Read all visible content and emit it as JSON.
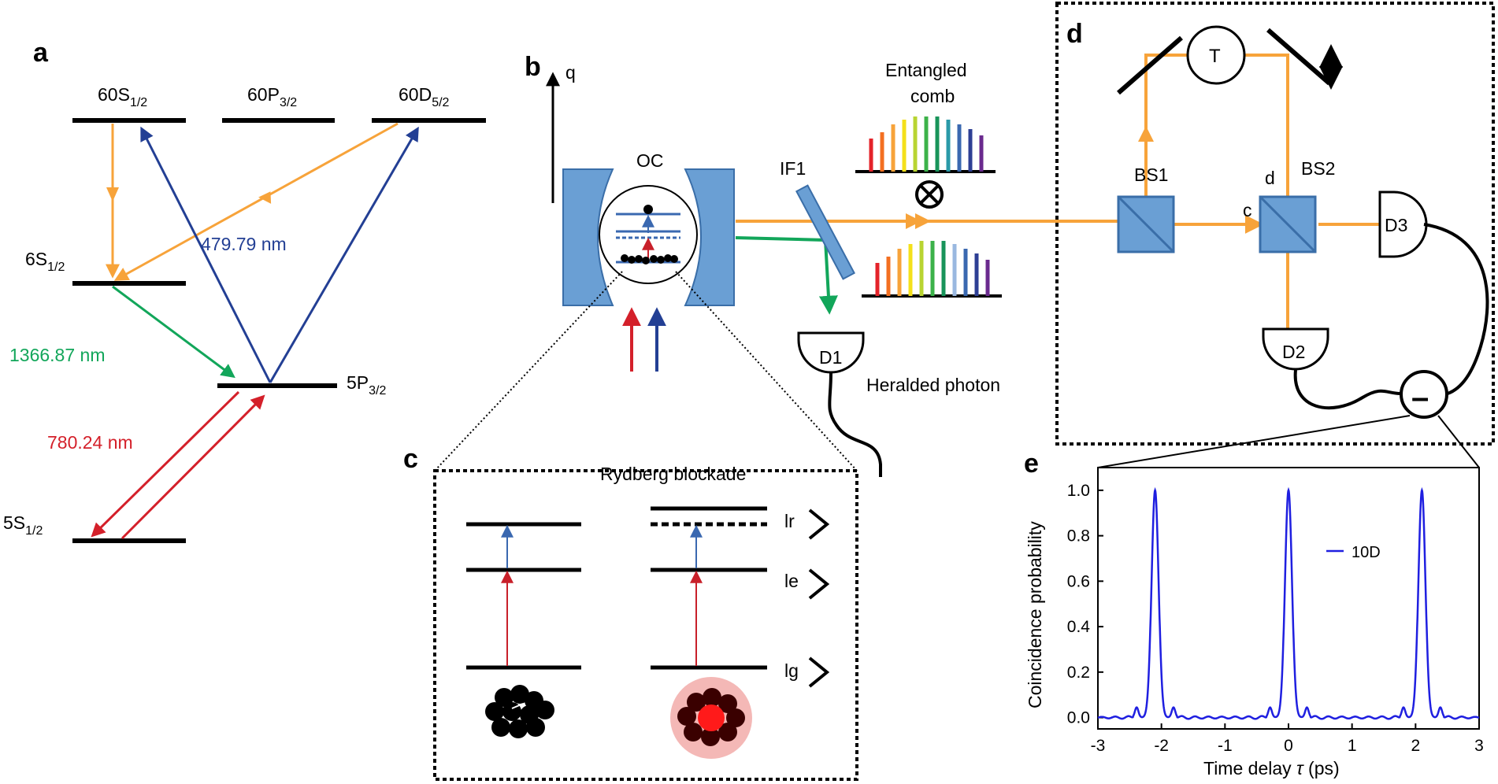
{
  "panels": {
    "a": "a",
    "b": "b",
    "c": "c",
    "d": "d",
    "e": "e"
  },
  "colors": {
    "orange": "#f7a33a",
    "blue": "#233f94",
    "green": "#12a65a",
    "red": "#d4202a",
    "optic": "#6a9fd4",
    "optic_edge": "#3a6ea8",
    "plot_line": "#1f1fe0"
  },
  "panel_a": {
    "levels": {
      "s60": {
        "main": "60S",
        "sub": "1/2"
      },
      "p60": {
        "main": "60P",
        "sub": "3/2"
      },
      "d60": {
        "main": "60D",
        "sub": "5/2"
      },
      "s6": {
        "main": "6S",
        "sub": "1/2"
      },
      "p5": {
        "main": "5P",
        "sub": "3/2"
      },
      "s5": {
        "main": "5S",
        "sub": "1/2"
      }
    },
    "wavelengths": {
      "blue": "479.79 nm",
      "green": "1366.87 nm",
      "red": "780.24 nm"
    }
  },
  "panel_b": {
    "axis_label": "q",
    "cell_label": "OC",
    "filter_label": "IF1",
    "comb_label_1": "Entangled",
    "comb_label_2": "comb",
    "detector_label": "D1",
    "heralded_label": "Heralded photon"
  },
  "panel_c": {
    "title": "Rydberg blockade",
    "kets": {
      "r": "lr",
      "e": "le",
      "g": "lg"
    }
  },
  "panel_d": {
    "t_label": "T",
    "bs1": "BS1",
    "bs2": "BS2",
    "port_c": "c",
    "port_d": "d",
    "d2": "D2",
    "d3": "D3",
    "minus": "–"
  },
  "chart_data": {
    "type": "line",
    "xlabel_main": "Time delay ",
    "xlabel_symbol": "τ",
    "xlabel_unit": " (ps)",
    "ylabel": "Coincidence probability",
    "xlim": [
      -3,
      3
    ],
    "ylim": [
      -0.05,
      1.1
    ],
    "x_ticks": [
      "-3",
      "-2",
      "-1",
      "0",
      "1",
      "2",
      "3"
    ],
    "y_ticks": [
      "0.0",
      "0.2",
      "0.4",
      "0.6",
      "0.8",
      "1.0"
    ],
    "series": [
      {
        "name": "10D",
        "peaks": [
          -2.1,
          0.0,
          2.1
        ],
        "peak_value": 1.0,
        "sidelobe_value": 0.045,
        "baseline": 0.0
      }
    ]
  }
}
